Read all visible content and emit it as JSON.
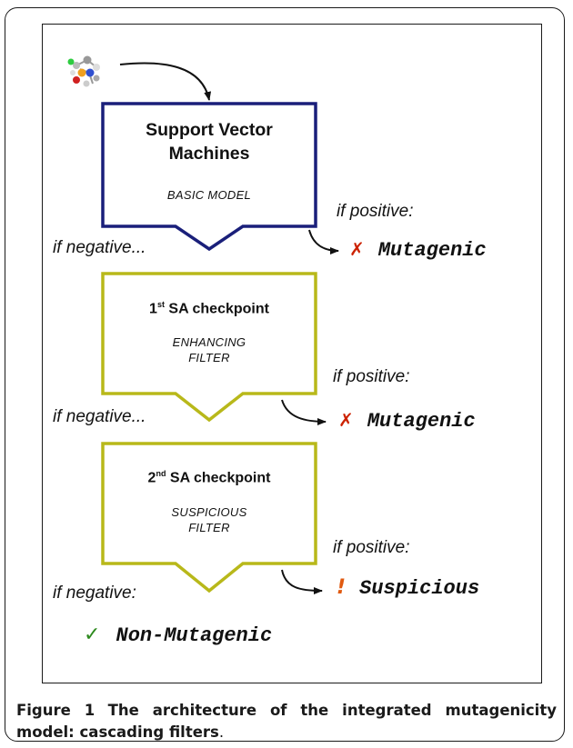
{
  "boxes": [
    {
      "title_line1": "Support Vector",
      "title_line2": "Machines",
      "subtitle": "BASIC MODEL",
      "color": "#1a1f7a"
    },
    {
      "title_prefix": "1",
      "title_sup": "st",
      "title_rest": " SA checkpoint",
      "subtitle_line1": "ENHANCING",
      "subtitle_line2": "FILTER",
      "color": "#b8b81a"
    },
    {
      "title_prefix": "2",
      "title_sup": "nd",
      "title_rest": " SA checkpoint",
      "subtitle_line1": "SUSPICIOUS",
      "subtitle_line2": "FILTER",
      "color": "#b8b81a"
    }
  ],
  "conditions": {
    "negative_1": "if negative...",
    "negative_2": "if negative...",
    "negative_3": "if negative:",
    "positive_1": "if positive:",
    "positive_2": "if positive:",
    "positive_3": "if positive:"
  },
  "results": {
    "mutagenic_1": {
      "mark": "✗",
      "label": "Mutagenic"
    },
    "mutagenic_2": {
      "mark": "✗",
      "label": "Mutagenic"
    },
    "suspicious": {
      "mark": "!",
      "label": "Suspicious"
    },
    "non_mutagenic": {
      "mark": "✓",
      "label": "Non-Mutagenic"
    }
  },
  "colors": {
    "mutagenic_mark": "#cc2200",
    "suspicious_mark": "#e05a10",
    "check_mark": "#2e8a1e",
    "svm_border": "#1a1f7a",
    "sa_border": "#b8b81a"
  },
  "caption": {
    "label": "Figure 1",
    "text": "The architecture of the integrated mutagenicity model: cascading filters",
    "end": "."
  }
}
